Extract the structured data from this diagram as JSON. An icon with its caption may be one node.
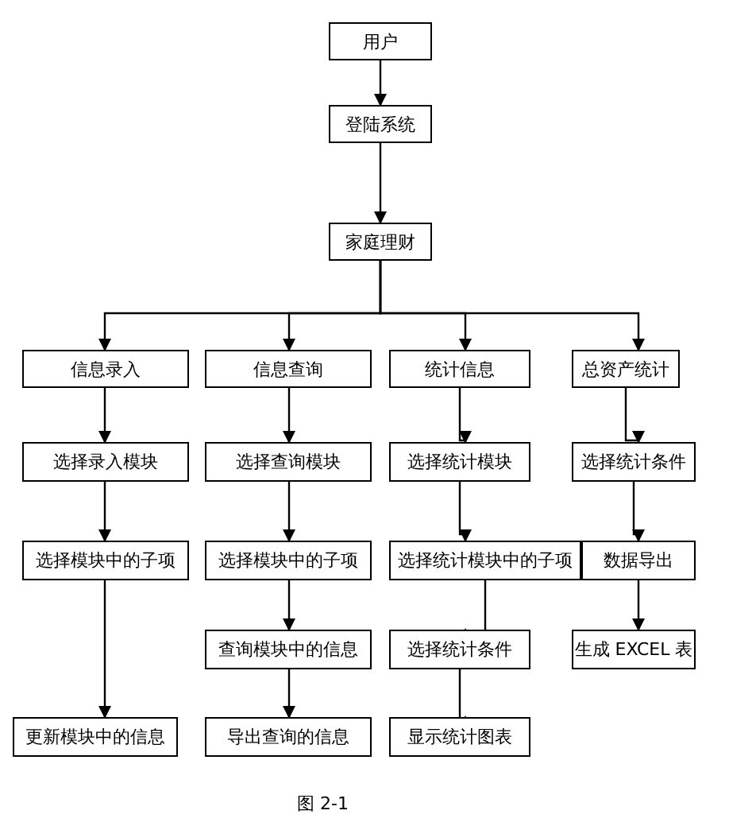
{
  "diagram": {
    "caption": "图 2-1",
    "nodes": [
      {
        "text": [
          "用户"
        ]
      },
      {
        "text": [
          "登陆系统"
        ]
      },
      {
        "text": [
          "家庭理财"
        ]
      },
      {
        "text": [
          "信息录入"
        ]
      },
      {
        "text": [
          "信息查询"
        ]
      },
      {
        "text": [
          "统计信息"
        ]
      },
      {
        "text": [
          "总资产统计"
        ]
      },
      {
        "text": [
          "选择录入模块"
        ]
      },
      {
        "text": [
          "选择查询模块"
        ]
      },
      {
        "text": [
          "选择统计模块"
        ]
      },
      {
        "text": [
          "选择统计条件"
        ]
      },
      {
        "text": [
          "选择模块中的子项"
        ]
      },
      {
        "text": [
          "选择模块中的子项"
        ]
      },
      {
        "text": [
          "选择统计模块中的子项"
        ]
      },
      {
        "text": [
          "数据导出"
        ]
      },
      {
        "text": [
          "查询模块中的信息"
        ]
      },
      {
        "text": [
          "选择统计条件"
        ]
      },
      {
        "text": [
          "生成 EXCEL 表"
        ]
      },
      {
        "text": [
          "更新模块中的信息"
        ]
      },
      {
        "text": [
          "导出查询的信息"
        ]
      },
      {
        "text": [
          "显示统计图表"
        ]
      }
    ],
    "edges": [
      {
        "from": 0,
        "to": 1,
        "arrow": "to"
      },
      {
        "from": 1,
        "to": 2,
        "arrow": "to"
      },
      {
        "from": 2,
        "to": 3,
        "arrow": "to"
      },
      {
        "from": 2,
        "to": 4,
        "arrow": "to"
      },
      {
        "from": 2,
        "to": 5,
        "arrow": "to"
      },
      {
        "from": 2,
        "to": 6,
        "arrow": "to"
      },
      {
        "from": 3,
        "to": 7,
        "arrow": "to"
      },
      {
        "from": 4,
        "to": 8,
        "arrow": "to"
      },
      {
        "from": 5,
        "to": 9,
        "arrow": "to"
      },
      {
        "from": 6,
        "to": 10,
        "arrow": "to"
      },
      {
        "from": 7,
        "to": 11,
        "arrow": "to"
      },
      {
        "from": 8,
        "to": 12,
        "arrow": "to"
      },
      {
        "from": 9,
        "to": 13,
        "arrow": "to"
      },
      {
        "from": 10,
        "to": 14,
        "arrow": "to"
      },
      {
        "from": 11,
        "to": 18,
        "arrow": "to"
      },
      {
        "from": 12,
        "to": 15,
        "arrow": "to"
      },
      {
        "from": 15,
        "to": 19,
        "arrow": "to"
      },
      {
        "from": 13,
        "to": 16,
        "arrow": "to"
      },
      {
        "from": 16,
        "to": 20,
        "arrow": "to"
      },
      {
        "from": 14,
        "to": 17,
        "arrow": "to"
      }
    ]
  }
}
